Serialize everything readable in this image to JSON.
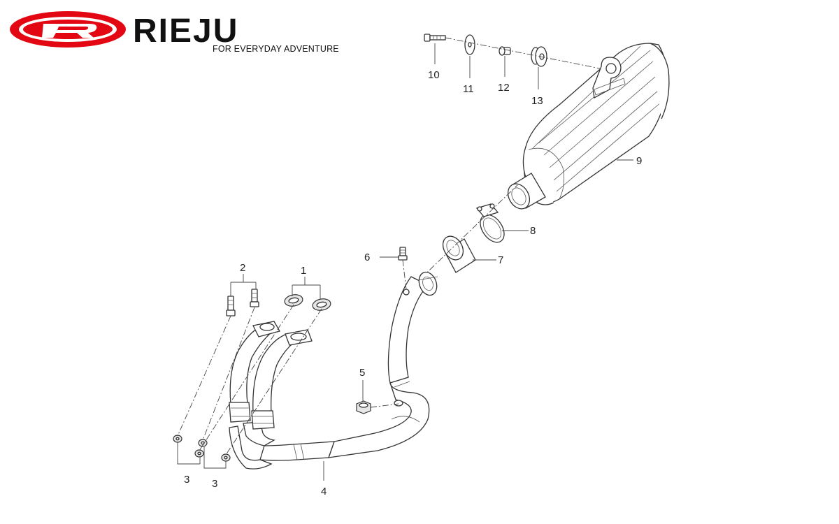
{
  "brand": {
    "name": "RIEJU",
    "tagline": "FOR EVERYDAY ADVENTURE",
    "color": "#e30613"
  },
  "callouts": [
    {
      "id": "1",
      "part": "exhaust-gaskets"
    },
    {
      "id": "2",
      "part": "header-studs"
    },
    {
      "id": "3a",
      "part": "flange-nuts-left",
      "label": "3"
    },
    {
      "id": "3b",
      "part": "flange-nuts-right",
      "label": "3"
    },
    {
      "id": "4",
      "part": "header-pipe-assembly"
    },
    {
      "id": "5",
      "part": "nut"
    },
    {
      "id": "6",
      "part": "sensor-bolt"
    },
    {
      "id": "7",
      "part": "connector-gasket"
    },
    {
      "id": "8",
      "part": "pipe-clamp"
    },
    {
      "id": "9",
      "part": "silencer"
    },
    {
      "id": "10",
      "part": "mount-bolt"
    },
    {
      "id": "11",
      "part": "washer"
    },
    {
      "id": "12",
      "part": "collar"
    },
    {
      "id": "13",
      "part": "rubber-grommet"
    }
  ],
  "labels": {
    "n1": "1",
    "n2": "2",
    "n3a": "3",
    "n3b": "3",
    "n4": "4",
    "n5": "5",
    "n6": "6",
    "n7": "7",
    "n8": "8",
    "n9": "9",
    "n10": "10",
    "n11": "11",
    "n12": "12",
    "n13": "13"
  }
}
